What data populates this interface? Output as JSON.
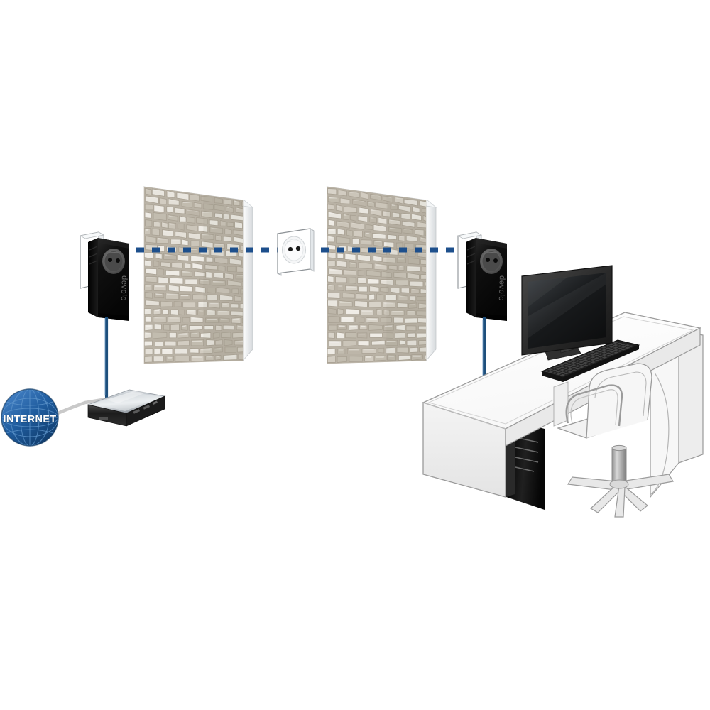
{
  "scene": {
    "title": "Powerline Adapter Home Network Diagram",
    "background_color": "#ffffff",
    "description": "Isometric illustration: internet globe connects by cable to a router, router connects by blue ethernet cable to a devolo powerline adapter plugged into a wall outlet. A dashed blue powerline signal travels through two stone walls and a pass-through wall socket to a second devolo adapter, which connects by blue cable down to a desktop PC under a white desk with monitor, keyboard and office chair."
  },
  "colors": {
    "powerline_dash": "#1d4f8c",
    "ethernet_cable": "#1e4f7c",
    "globe_blue": "#1f5c9e",
    "globe_blue_dark": "#164a80",
    "adapter_black": "#111111",
    "adapter_black_side": "#000000",
    "desk_white": "#fefefe",
    "desk_outline": "#9a9a9a",
    "desk_shade": "#e6e6e6",
    "monitor_dark": "#2b2b2b",
    "screen_dark": "#1a1a1a",
    "stone_light": "#dedbd4",
    "stone_mid": "#c9c4ba",
    "stone_dark": "#a9a298",
    "wall_edge": "#eceff1",
    "router_silver": "#c8cdd2",
    "router_dark": "#2a2a2a",
    "chair_outline": "#9b9b9b",
    "chair_fill": "#f2f2f2",
    "pc_black": "#141414",
    "grey_cable": "#c9c9c9"
  },
  "internet": {
    "label": "INTERNET",
    "icon": "globe-icon"
  },
  "devices": {
    "router": {
      "name": "router",
      "label": ""
    },
    "adapter_left": {
      "name": "powerline-adapter-left",
      "brand": "devolo"
    },
    "adapter_right": {
      "name": "powerline-adapter-right",
      "brand": "devolo"
    },
    "wall_socket": {
      "name": "wall-power-socket",
      "label": ""
    },
    "monitor": {
      "name": "computer-monitor",
      "label": ""
    },
    "keyboard": {
      "name": "keyboard",
      "label": ""
    },
    "pc_tower": {
      "name": "pc-tower",
      "label": ""
    },
    "desk": {
      "name": "office-desk",
      "label": ""
    },
    "chair": {
      "name": "office-chair",
      "label": ""
    },
    "wall_left": {
      "name": "stone-wall-left",
      "label": ""
    },
    "wall_right": {
      "name": "stone-wall-right",
      "label": ""
    }
  },
  "connections": {
    "internet_to_router": {
      "name": "internet-cable",
      "style": "solid-grey"
    },
    "router_to_adapter": {
      "name": "ethernet-cable-left",
      "style": "solid-blue"
    },
    "powerline_signal": {
      "name": "powerline-signal-dashed",
      "style": "dashed-blue"
    },
    "adapter_to_pc": {
      "name": "ethernet-cable-right",
      "style": "solid-blue"
    }
  },
  "stone_seed": [
    [
      4,
      3,
      18,
      11
    ],
    [
      24,
      2,
      22,
      12
    ],
    [
      48,
      4,
      16,
      10
    ],
    [
      66,
      3,
      20,
      12
    ],
    [
      88,
      4,
      14,
      10
    ],
    [
      3,
      16,
      20,
      12
    ],
    [
      25,
      16,
      16,
      11
    ],
    [
      43,
      15,
      24,
      13
    ],
    [
      69,
      16,
      18,
      11
    ],
    [
      89,
      17,
      12,
      10
    ],
    [
      2,
      30,
      16,
      11
    ],
    [
      20,
      29,
      22,
      12
    ],
    [
      44,
      30,
      14,
      10
    ],
    [
      60,
      29,
      20,
      12
    ],
    [
      82,
      30,
      18,
      11
    ],
    [
      4,
      43,
      22,
      12
    ],
    [
      28,
      44,
      16,
      10
    ],
    [
      46,
      43,
      20,
      12
    ],
    [
      68,
      44,
      14,
      10
    ],
    [
      84,
      43,
      16,
      12
    ],
    [
      2,
      57,
      18,
      11
    ],
    [
      22,
      56,
      20,
      12
    ],
    [
      44,
      57,
      16,
      11
    ],
    [
      62,
      56,
      22,
      12
    ],
    [
      86,
      57,
      14,
      11
    ],
    [
      5,
      70,
      16,
      11
    ],
    [
      23,
      71,
      22,
      12
    ],
    [
      47,
      70,
      18,
      11
    ],
    [
      67,
      71,
      16,
      10
    ],
    [
      85,
      70,
      20,
      12
    ],
    [
      3,
      84,
      20,
      11
    ],
    [
      25,
      85,
      16,
      10
    ],
    [
      43,
      84,
      22,
      12
    ],
    [
      67,
      85,
      14,
      10
    ],
    [
      83,
      84,
      18,
      11
    ]
  ]
}
